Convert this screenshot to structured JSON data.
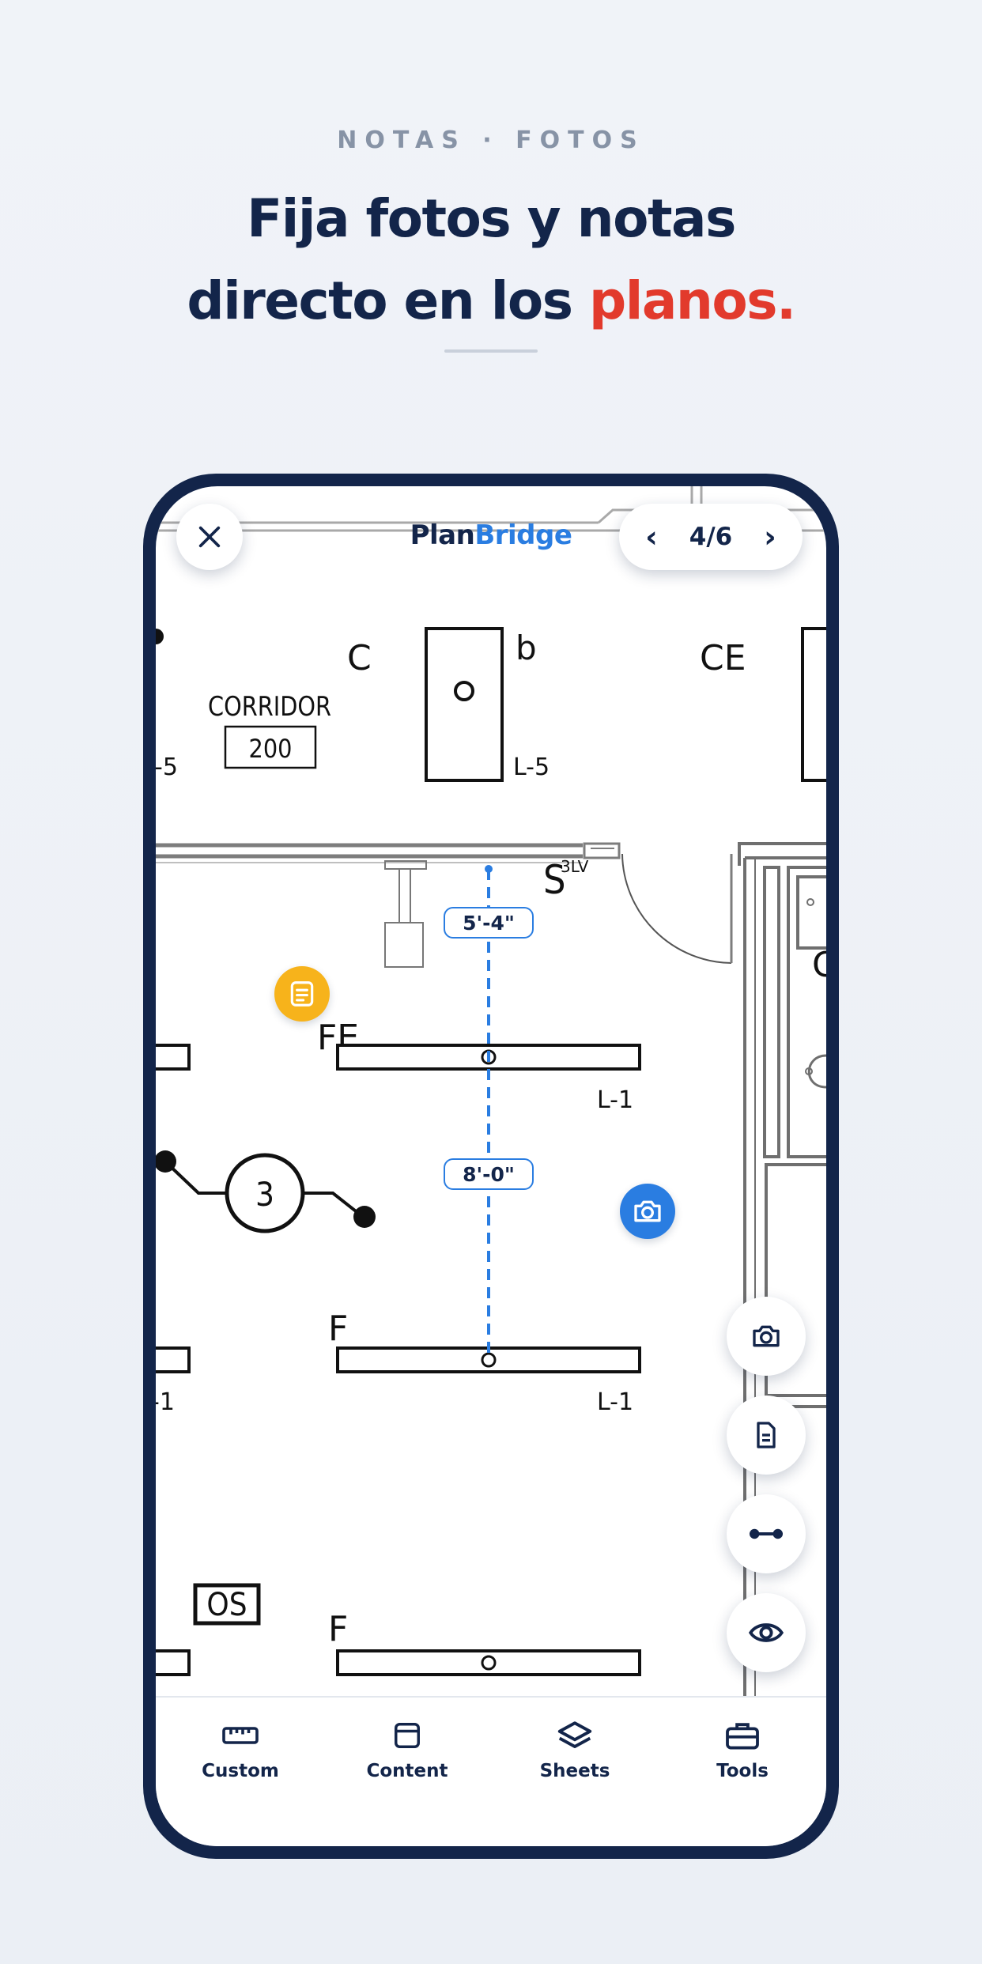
{
  "header": {
    "eyebrow": "NOTAS · FOTOS",
    "headline_line1": "Fija fotos y notas",
    "headline_line2_prefix": "directo en los ",
    "headline_line2_accent": "planos."
  },
  "colors": {
    "navy": "#13254a",
    "accent_red": "#e23a2c",
    "brand_blue": "#2a7de1",
    "note_yellow": "#f7b31b"
  },
  "app": {
    "brand_part1": "Plan",
    "brand_part2": "Bridge",
    "close_icon": "close-icon",
    "pager": {
      "prev": "‹",
      "count": "4/6",
      "next": "›"
    }
  },
  "plan": {
    "labels": {
      "c": "C",
      "b": "b",
      "ce": "CE",
      "corridor": "CORRIDOR",
      "room_number": "200",
      "l5_left": "-5",
      "l5": "L-5",
      "switch": "S",
      "switch_sub": "3LV",
      "fe": "FE",
      "l1_a": "L-1",
      "circuit": "3",
      "f_a": "F",
      "l1_b": "-1",
      "l1_c": "L-1",
      "os": "OS",
      "f_b": "F",
      "o_partial": "C"
    },
    "measurements": [
      "5'-4\"",
      "8'-0\""
    ]
  },
  "pins": {
    "note_icon": "note-icon",
    "photo_icon": "camera-icon"
  },
  "fabs": [
    "camera-icon",
    "document-icon",
    "measure-icon",
    "eye-icon"
  ],
  "bottom_nav": [
    {
      "label": "Custom",
      "icon": "ruler-icon"
    },
    {
      "label": "Content",
      "icon": "window-icon"
    },
    {
      "label": "Sheets",
      "icon": "layers-icon"
    },
    {
      "label": "Tools",
      "icon": "toolbox-icon"
    }
  ]
}
